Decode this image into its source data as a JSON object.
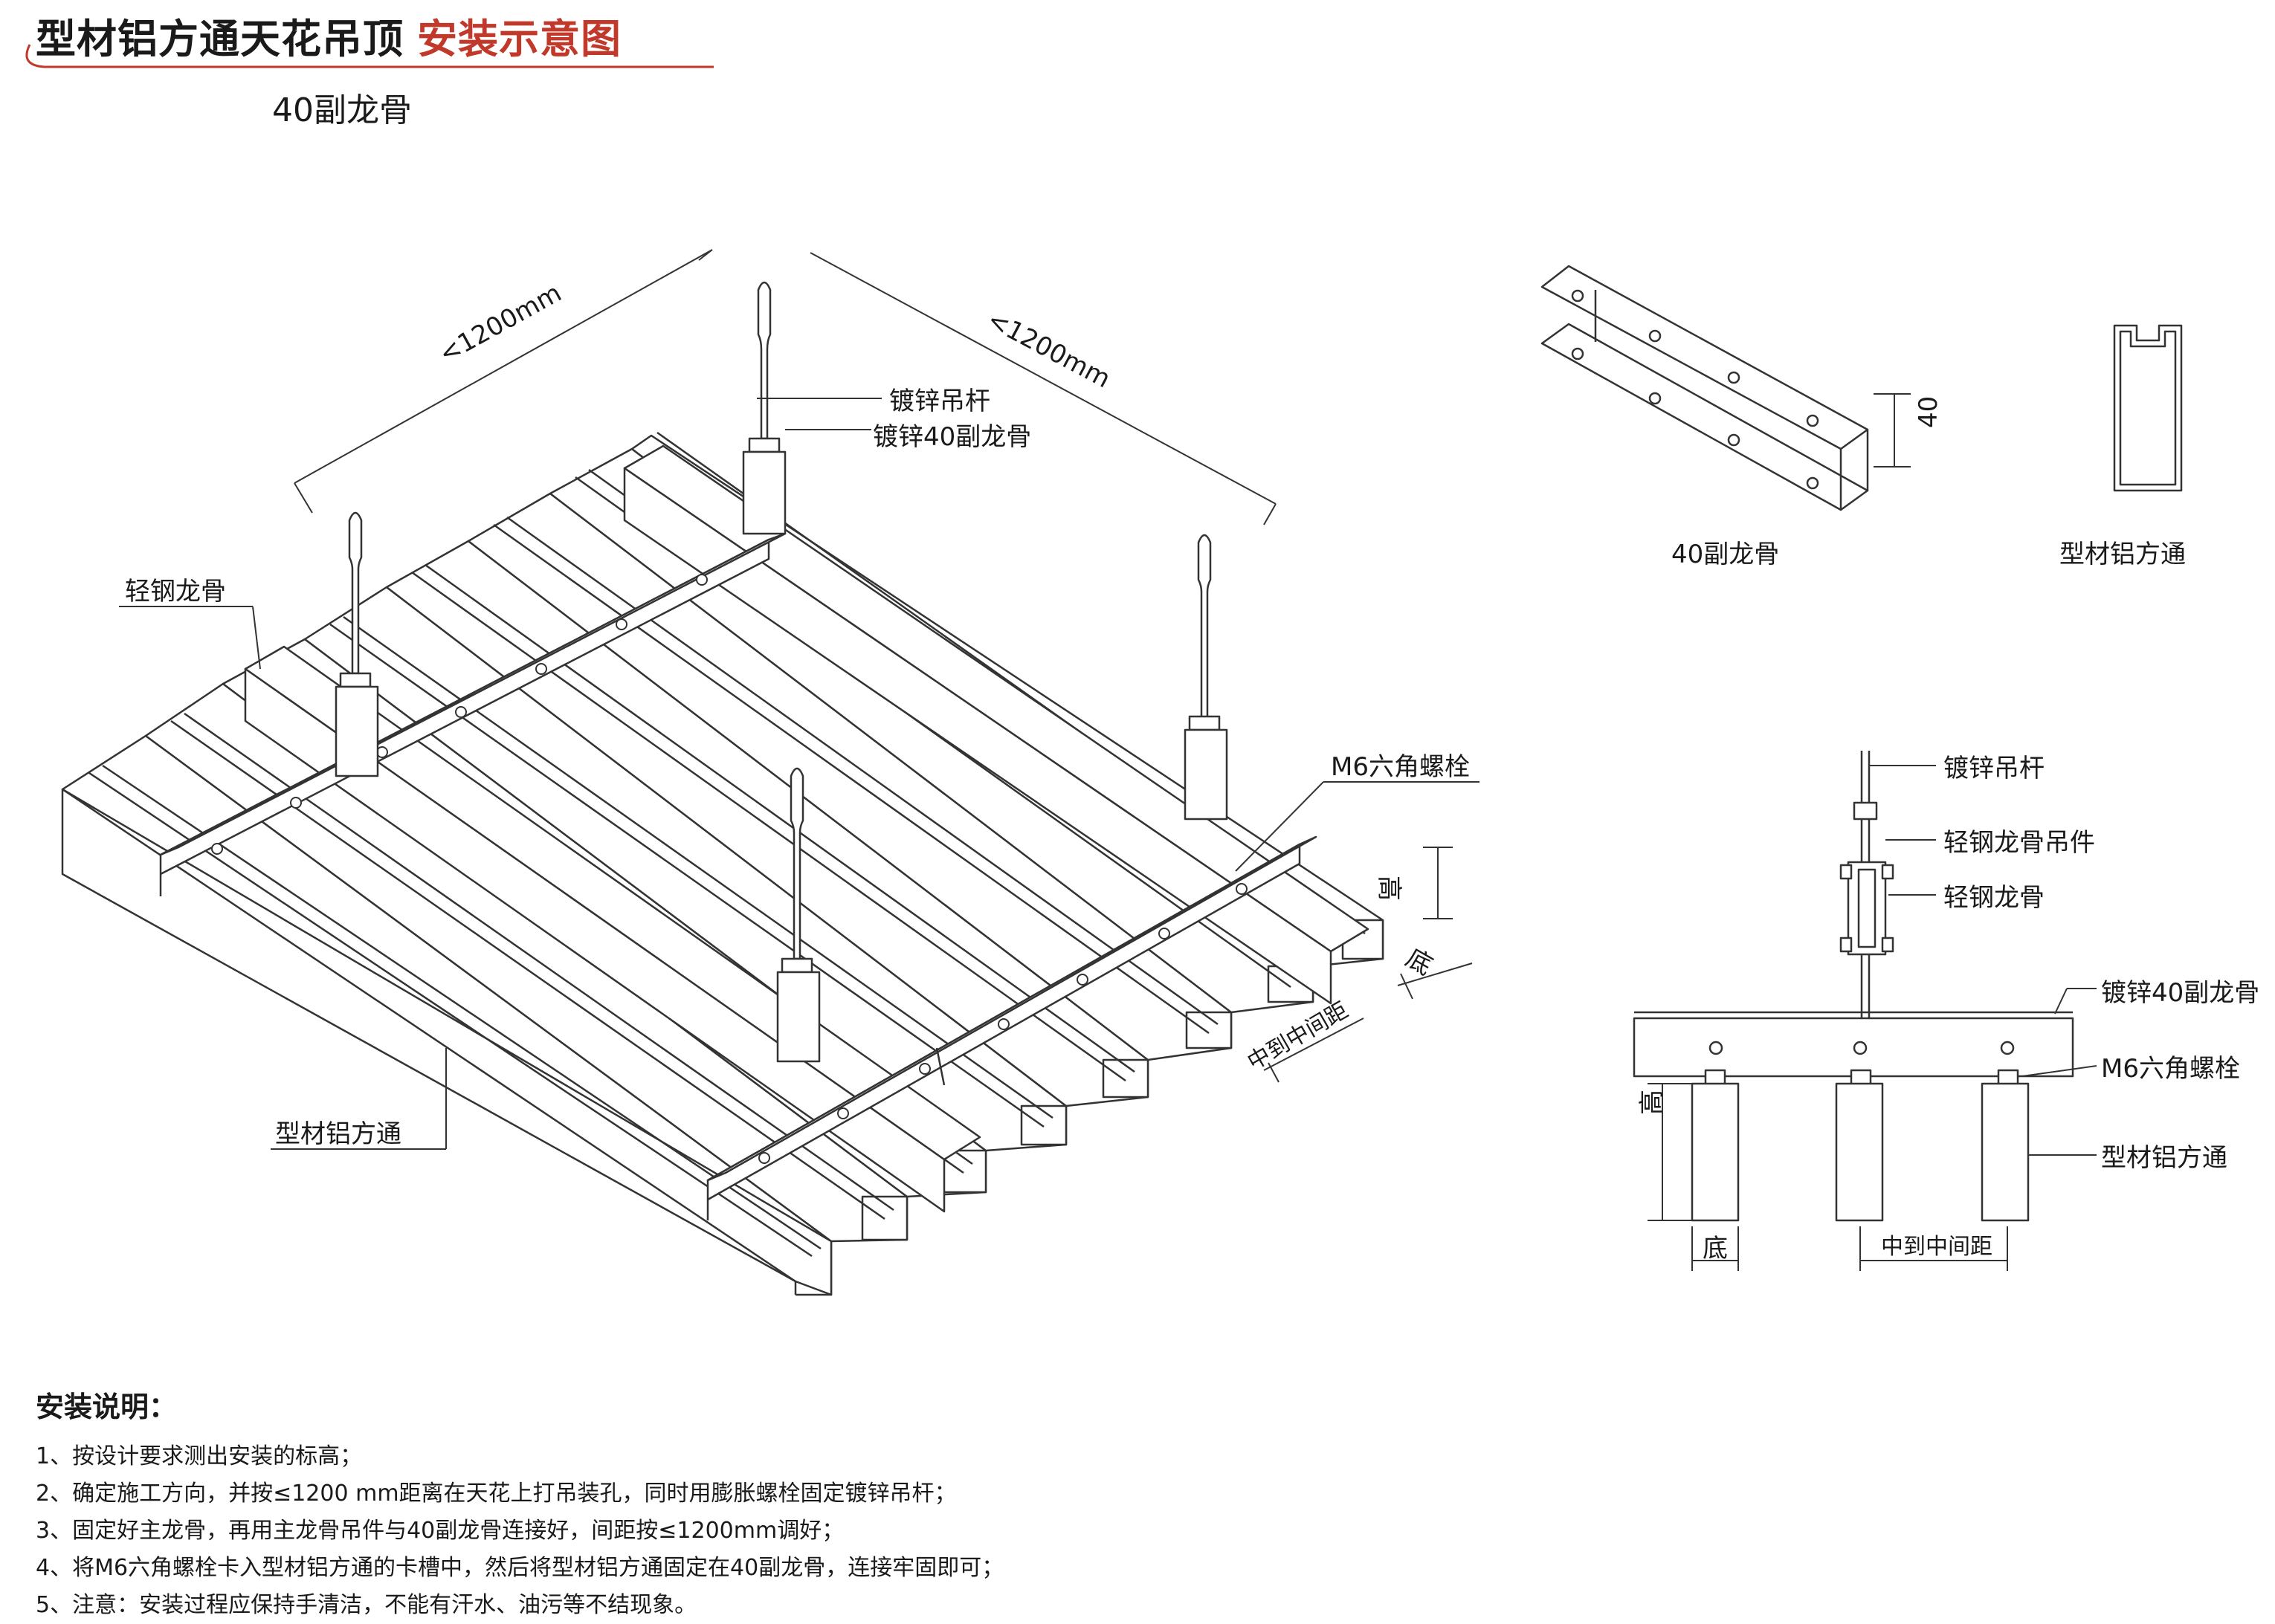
{
  "header": {
    "title_main": "型材铝方通天花吊顶",
    "title_accent": "安装示意图",
    "accent_color": "#c0392b",
    "subtitle": "40副龙骨"
  },
  "iso": {
    "dim_left": "<1200mm",
    "dim_right": "<1200mm",
    "label_rod": "镀锌吊杆",
    "label_sub_keel": "镀锌40副龙骨",
    "label_light_keel": "轻钢龙骨",
    "label_bolt": "M6六角螺栓",
    "label_tube": "型材铝方通",
    "dim_height": "高",
    "dim_bottom": "底",
    "dim_spacing": "中到中间距"
  },
  "parts": {
    "keel_caption": "40副龙骨",
    "keel_dim": "40",
    "tube_caption": "型材铝方通"
  },
  "section": {
    "rod": "镀锌吊杆",
    "hanger": "轻钢龙骨吊件",
    "light_keel": "轻钢龙骨",
    "sub_keel": "镀锌40副龙骨",
    "bolt": "M6六角螺栓",
    "tube": "型材铝方通",
    "dim_height": "高",
    "dim_bottom": "底",
    "dim_spacing": "中到中间距"
  },
  "notes": {
    "heading": "安装说明：",
    "items": [
      "1、按设计要求测出安装的标高；",
      "2、确定施工方向，并按≤1200 mm距离在天花上打吊装孔，同时用膨胀螺栓固定镀锌吊杆；",
      "3、固定好主龙骨，再用主龙骨吊件与40副龙骨连接好，间距按≤1200mm调好；",
      "4、将M6六角螺栓卡入型材铝方通的卡槽中，然后将型材铝方通固定在40副龙骨，连接牢固即可；",
      "5、注意：安装过程应保持手清洁，不能有汗水、油污等不结现象。"
    ]
  }
}
